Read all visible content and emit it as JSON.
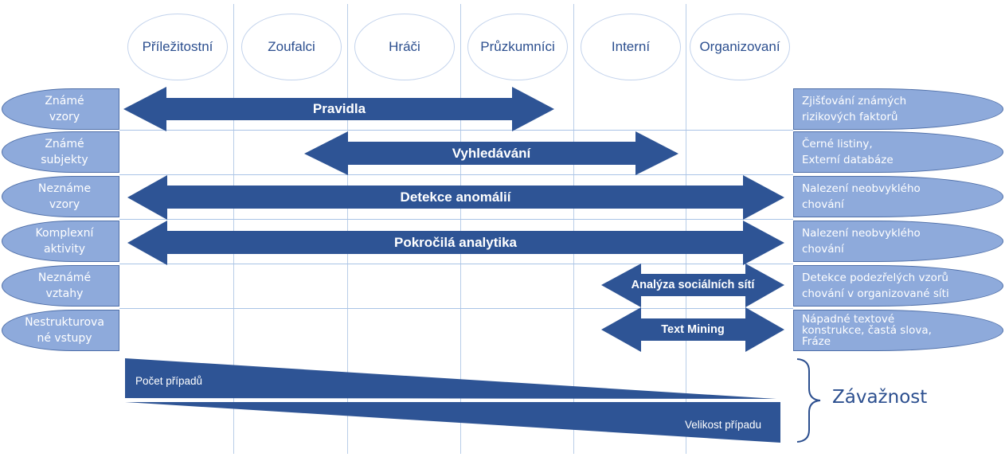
{
  "colors": {
    "arrow": "#2e5495",
    "label_fill": "#8eaadb",
    "label_border": "#4f6fa8",
    "grid": "#a9c3e6",
    "profile_text": "#2c4f8f"
  },
  "profiles": [
    "Příležitostní",
    "Zoufalci",
    "Hráči",
    "Průzkumníci",
    "Interní",
    "Organizovaní"
  ],
  "rows": [
    {
      "left": [
        "Známé",
        "vzory"
      ],
      "arrow": "Pravidla",
      "arrow_span": [
        "Příležitostní",
        "Průzkumníci"
      ],
      "right": [
        "Zjišťování známých",
        "rizikových faktorů"
      ]
    },
    {
      "left": [
        "Známé",
        "subjekty"
      ],
      "arrow": "Vyhledávání",
      "arrow_span": [
        "Zoufalci",
        "Interní"
      ],
      "right": [
        "Černé listiny,",
        "Externí databáze"
      ]
    },
    {
      "left": [
        "Neznáme",
        "vzory"
      ],
      "arrow": "Detekce anomálií",
      "arrow_span": [
        "Příležitostní",
        "Organizovaní"
      ],
      "right": [
        "Nalezení neobvyklého",
        "chování"
      ]
    },
    {
      "left": [
        "Komplexní",
        "aktivity"
      ],
      "arrow": "Pokročilá analytika",
      "arrow_span": [
        "Příležitostní",
        "Organizovaní"
      ],
      "right": [
        "Nalezení neobvyklého",
        "chování"
      ]
    },
    {
      "left": [
        "Neznámé",
        "vztahy"
      ],
      "arrow": "Analýza sociálních sítí",
      "arrow_span": [
        "Interní",
        "Organizovaní"
      ],
      "right": [
        "Detekce  podezřelých vzorů",
        "chování v organizované síti"
      ]
    },
    {
      "left": [
        "Nestrukturova",
        "né vstupy"
      ],
      "arrow": "Text Mining",
      "arrow_span": [
        "Interní",
        "Organizovaní"
      ],
      "right": [
        "Nápadné textové",
        "konstrukce, častá slova,",
        "Fráze"
      ]
    }
  ],
  "wedges": {
    "count": "Počet případů",
    "size": "Velikost případu",
    "brace_label": "Závažnost"
  }
}
